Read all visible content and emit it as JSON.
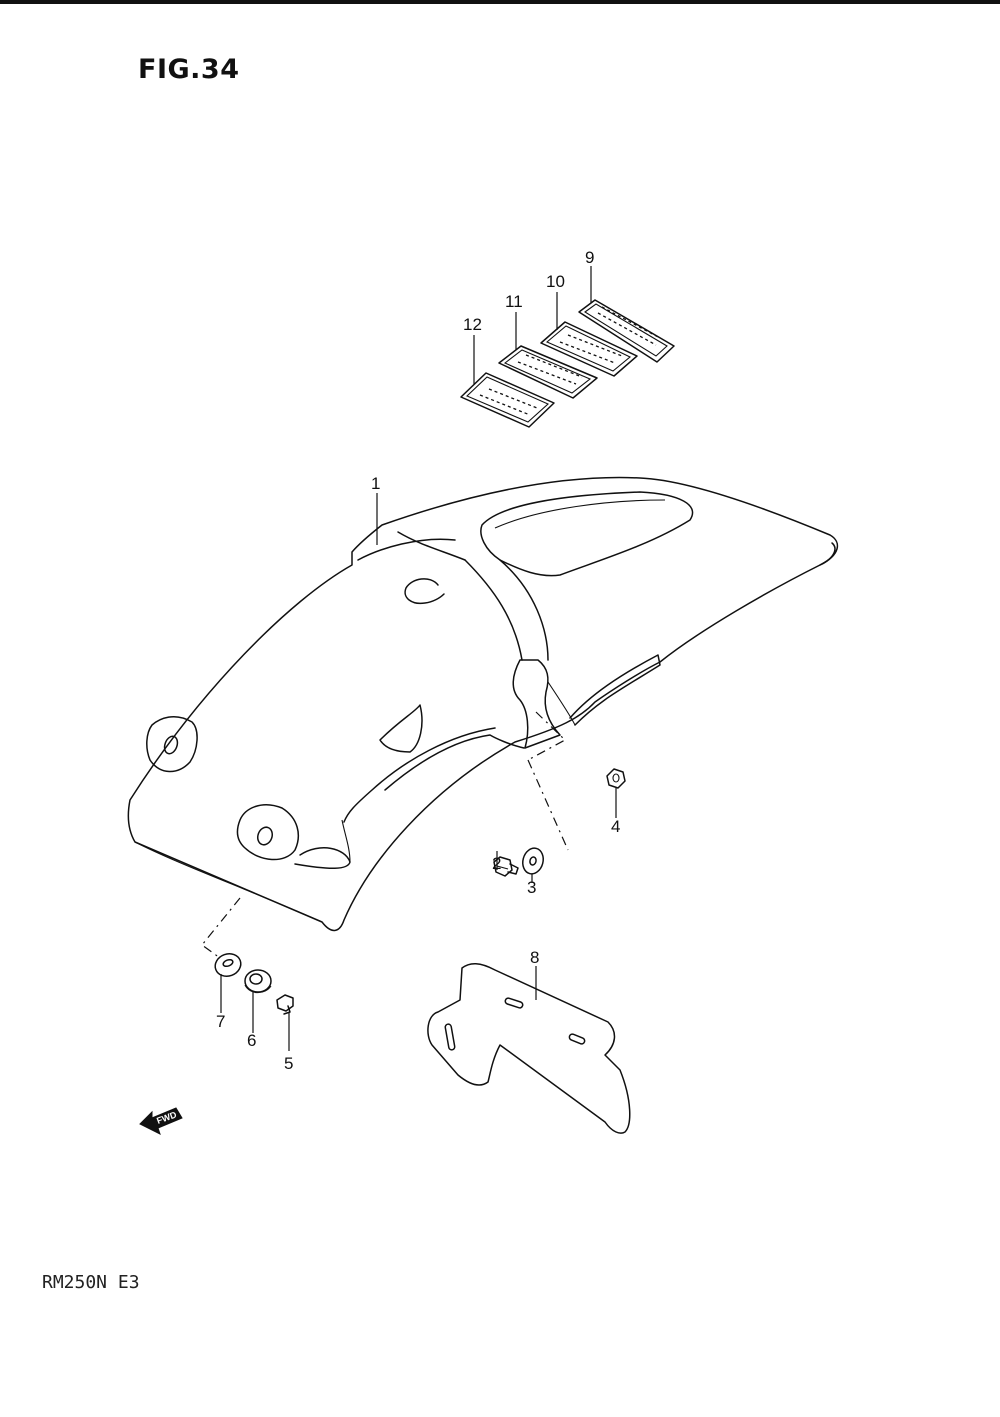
{
  "figure": {
    "title": "FIG.34",
    "model": "RM250N E3",
    "fwd_label": "FWD"
  },
  "callouts": {
    "c1": "1",
    "c2": "2",
    "c3": "3",
    "c4": "4",
    "c5": "5",
    "c6": "6",
    "c7": "7",
    "c8": "8",
    "c9": "9",
    "c10": "10",
    "c11": "11",
    "c12": "12"
  },
  "parts": [
    {
      "ref": "1",
      "description": "rear-fender"
    },
    {
      "ref": "2",
      "description": "bolt"
    },
    {
      "ref": "3",
      "description": "washer"
    },
    {
      "ref": "4",
      "description": "nut"
    },
    {
      "ref": "5",
      "description": "bolt"
    },
    {
      "ref": "6",
      "description": "collar"
    },
    {
      "ref": "7",
      "description": "cushion"
    },
    {
      "ref": "8",
      "description": "mud-flap"
    },
    {
      "ref": "9",
      "description": "label"
    },
    {
      "ref": "10",
      "description": "label"
    },
    {
      "ref": "11",
      "description": "label"
    },
    {
      "ref": "12",
      "description": "label"
    }
  ]
}
